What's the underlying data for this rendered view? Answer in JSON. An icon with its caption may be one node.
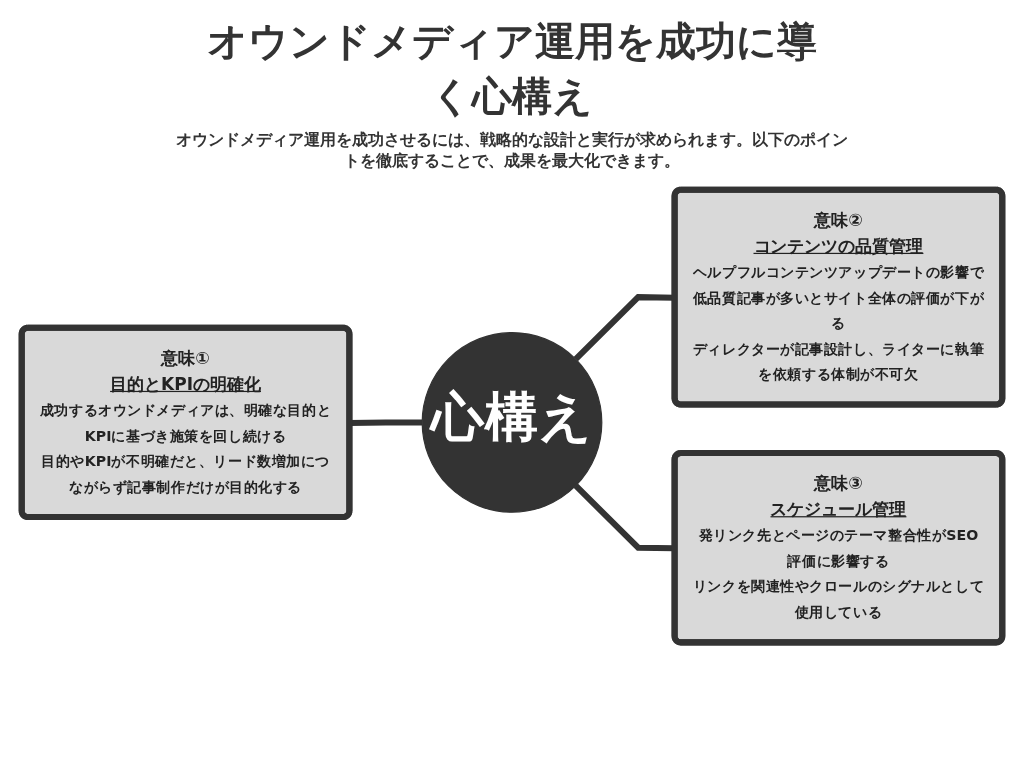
{
  "diagram": {
    "title": "オウンドメディア運用を成功に導く心構え",
    "nodes": [
      {
        "text": [
          "心構え"
        ]
      },
      {
        "text": [
          "意味①",
          "目的とKPIの明確化",
          "成功するオウンドメディアは、明確な目的とKPIに基づき施策を回し続ける",
          "目的やKPIが不明確だと、リード数増加につながらず記事制作だけが目的化する"
        ]
      },
      {
        "text": [
          "意味②",
          "コンテンツの品質管理",
          "ヘルプフルコンテンツアップデートの影響で低品質記事が多いとサイト全体の評価が下がる",
          "ディレクターが記事設計し、ライターに執筆を依頼する体制が不可欠"
        ]
      },
      {
        "text": [
          "意味③",
          "スケジュール管理",
          "発リンク先とページのテーマ整合性がSEO評価に影響する",
          "リンクを関連性やクロールのシグナルとして使用している"
        ]
      }
    ],
    "edges": [
      {
        "from": 1,
        "to": 0,
        "arrow": "none"
      },
      {
        "from": 0,
        "to": 2,
        "arrow": "none"
      },
      {
        "from": 0,
        "to": 3,
        "arrow": "none"
      }
    ],
    "labels": [
      "オウンドメディア運用を成功させるには、戦略的な設計と実行が求められます。以下のポイントを徹底することで、成果を最大化できます。"
    ]
  }
}
